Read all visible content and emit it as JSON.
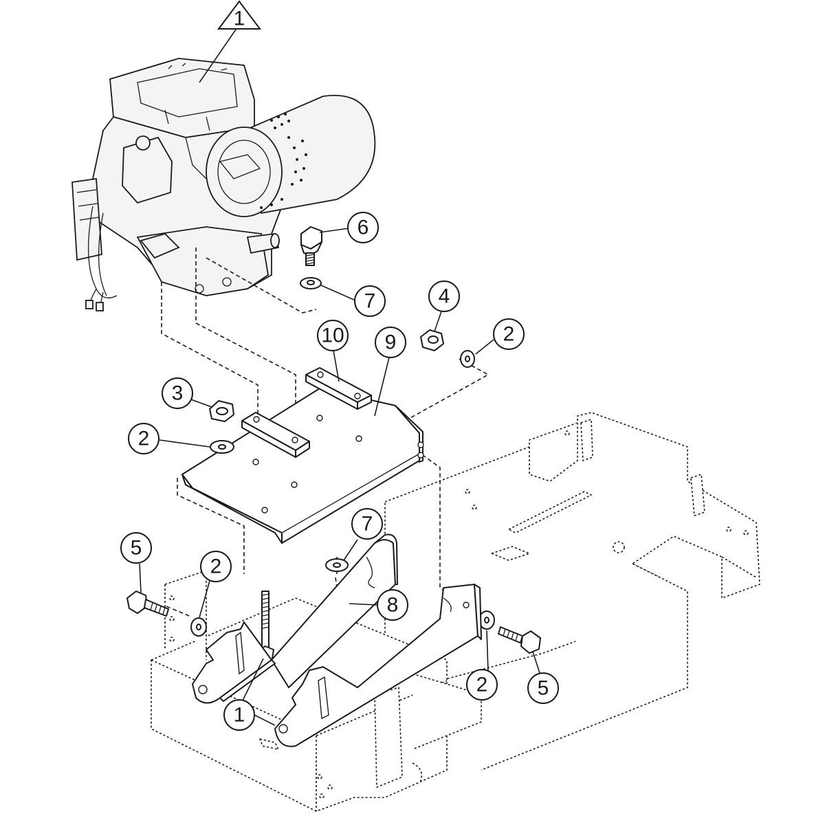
{
  "diagram": {
    "callouts": [
      {
        "id": "c-1-triangle",
        "label": "1"
      },
      {
        "id": "c-6",
        "label": "6"
      },
      {
        "id": "c-7-top",
        "label": "7"
      },
      {
        "id": "c-4",
        "label": "4"
      },
      {
        "id": "c-2-right-top",
        "label": "2"
      },
      {
        "id": "c-10",
        "label": "10"
      },
      {
        "id": "c-9",
        "label": "9"
      },
      {
        "id": "c-3",
        "label": "3"
      },
      {
        "id": "c-2-left-mid",
        "label": "2"
      },
      {
        "id": "c-7-mid",
        "label": "7"
      },
      {
        "id": "c-5-left",
        "label": "5"
      },
      {
        "id": "c-2-left-low",
        "label": "2"
      },
      {
        "id": "c-8",
        "label": "8"
      },
      {
        "id": "c-1-bottom",
        "label": "1"
      },
      {
        "id": "c-2-right-low",
        "label": "2"
      },
      {
        "id": "c-5-right",
        "label": "5"
      }
    ]
  }
}
